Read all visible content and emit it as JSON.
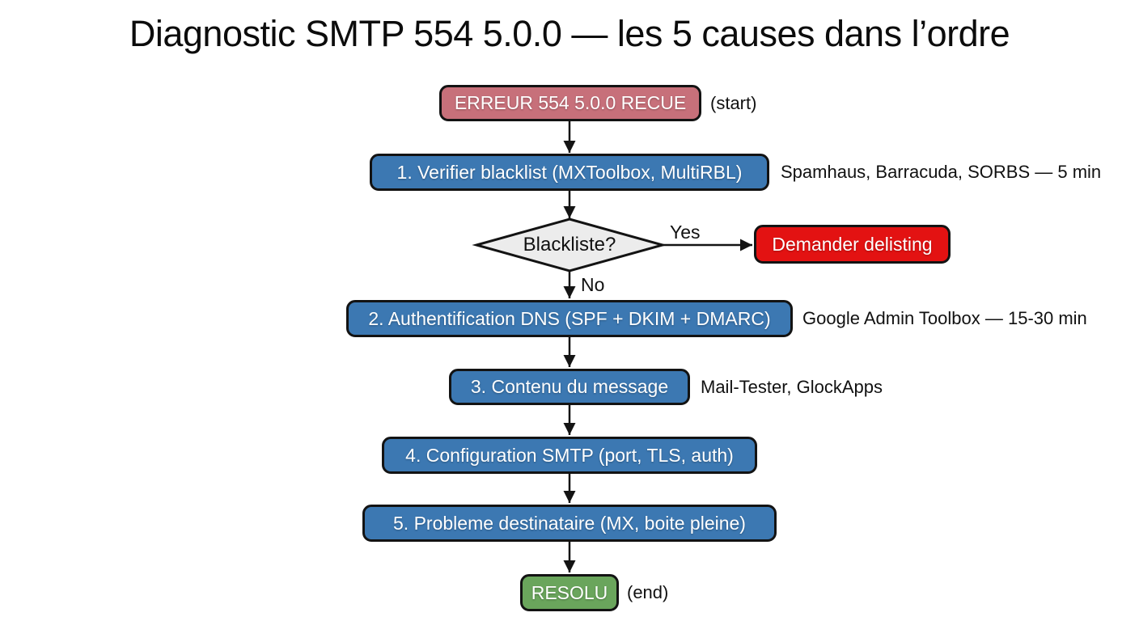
{
  "title": "Diagnostic SMTP 554 5.0.0 — les 5 causes dans l’ordre",
  "colors": {
    "background": "#ffffff",
    "start_fill": "#c7707a",
    "step_fill": "#3c78b2",
    "alert_fill": "#e31212",
    "end_fill": "#6aa55c",
    "decision_fill": "#ececec",
    "outline": "#131313",
    "connector": "#141414",
    "node_text": "#ffffff",
    "label_text": "#111111"
  },
  "nodes": {
    "start": {
      "label": "ERREUR 554 5.0.0 RECUE",
      "annotation": "(start)"
    },
    "step1": {
      "label": "1. Verifier blacklist (MXToolbox, MultiRBL)",
      "note": "Spamhaus, Barracuda, SORBS — 5 min"
    },
    "decision": {
      "label": "Blackliste?"
    },
    "delisting": {
      "label": "Demander delisting"
    },
    "step2": {
      "label": "2. Authentification DNS (SPF + DKIM + DMARC)",
      "note": "Google Admin Toolbox — 15-30 min"
    },
    "step3": {
      "label": "3. Contenu du message",
      "note": "Mail-Tester, GlockApps"
    },
    "step4": {
      "label": "4. Configuration SMTP (port, TLS, auth)"
    },
    "step5": {
      "label": "5. Probleme destinataire (MX, boite pleine)"
    },
    "end": {
      "label": "RESOLU",
      "annotation": "(end)"
    }
  },
  "branches": {
    "yes": "Yes",
    "no": "No"
  }
}
